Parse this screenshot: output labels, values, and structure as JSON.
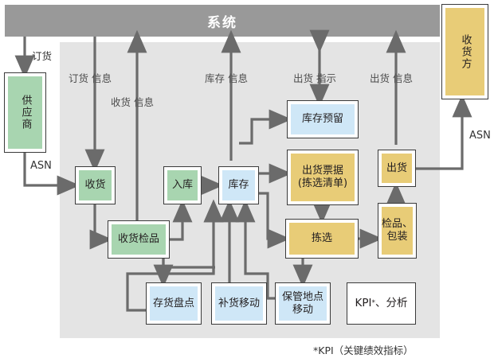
{
  "header": {
    "title": "系统",
    "color": "#999999"
  },
  "palette": {
    "panel": "#e4e4e4",
    "green": "#a8d5b0",
    "blue": "#cfe7f7",
    "gold": "#e8cc77",
    "arrow": "#6b6b6b",
    "border": "#3a3a3a"
  },
  "external": {
    "supplier": {
      "label": "供应商",
      "color": "green"
    },
    "receiver": {
      "label": "收货方",
      "color": "gold"
    }
  },
  "flow_labels": {
    "order": "订货",
    "asn_left": "ASN",
    "asn_right": "ASN",
    "order_info": "订货 信息",
    "receipt_info": "收货 信息",
    "stock_info": "库存 信息",
    "shipping_instruction": "出货 指示",
    "shipping_info": "出货 信息"
  },
  "nodes": [
    {
      "id": "receiving",
      "label": "收货",
      "color": "green"
    },
    {
      "id": "receipt-check",
      "label": "收货检品",
      "color": "green"
    },
    {
      "id": "putaway",
      "label": "入库",
      "color": "green"
    },
    {
      "id": "inventory",
      "label": "库存",
      "color": "blue"
    },
    {
      "id": "stock-reserve",
      "label": "库存预留",
      "color": "blue"
    },
    {
      "id": "shipping-doc",
      "label": "出货票据\n(拣选清单)",
      "color": "gold"
    },
    {
      "id": "picking",
      "label": "拣选",
      "color": "gold"
    },
    {
      "id": "shipping",
      "label": "出货",
      "color": "gold"
    },
    {
      "id": "inspect-pack",
      "label": "检品、\n包装",
      "color": "gold"
    },
    {
      "id": "stocktaking",
      "label": "存货盘点",
      "color": "blue"
    },
    {
      "id": "replenish-move",
      "label": "补货移动",
      "color": "blue"
    },
    {
      "id": "storage-move",
      "label": "保管地点\n移动",
      "color": "blue"
    },
    {
      "id": "kpi",
      "label": "KPI",
      "color": "plain"
    }
  ],
  "kpi": {
    "prefix": "KPI",
    "superscript": "*",
    "suffix": "、分析"
  },
  "footnote": {
    "marker": "*KPI",
    "text": "（关键绩效指标）",
    "full": "*KPI（关键绩效指标）"
  }
}
